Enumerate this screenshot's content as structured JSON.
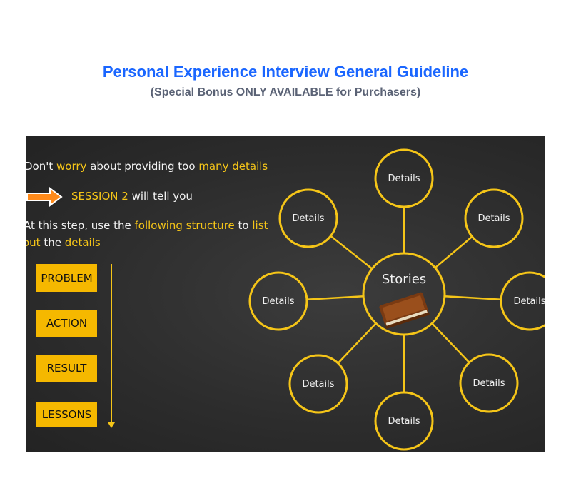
{
  "header": {
    "title": "Personal Experience Interview General Guideline",
    "subtitle": "(Special Bonus ONLY AVAILABLE for Purchasers)"
  },
  "slide": {
    "line1": {
      "a": "Don't ",
      "b": "worry",
      "c": " about providing too ",
      "d": "many details"
    },
    "line2": {
      "a": "SESSION 2",
      "b": " will tell you"
    },
    "line3": {
      "a": "At this step, use the ",
      "b": "following structure",
      "c": " to ",
      "d": "list"
    },
    "line4": {
      "a": "out",
      " b": "",
      "b": " the ",
      "c": "details"
    },
    "steps": [
      "PROBLEM",
      "ACTION",
      "RESULT",
      "LESSONS"
    ],
    "center_label": "Stories",
    "satellite_label": "Details",
    "colors": {
      "accent": "#f5c518",
      "board": "#2c2c2c",
      "box": "#f5b800",
      "arrow": "#ff8a1a"
    },
    "icons": {
      "arrow": "arrow-right-icon",
      "book": "book-icon"
    }
  }
}
